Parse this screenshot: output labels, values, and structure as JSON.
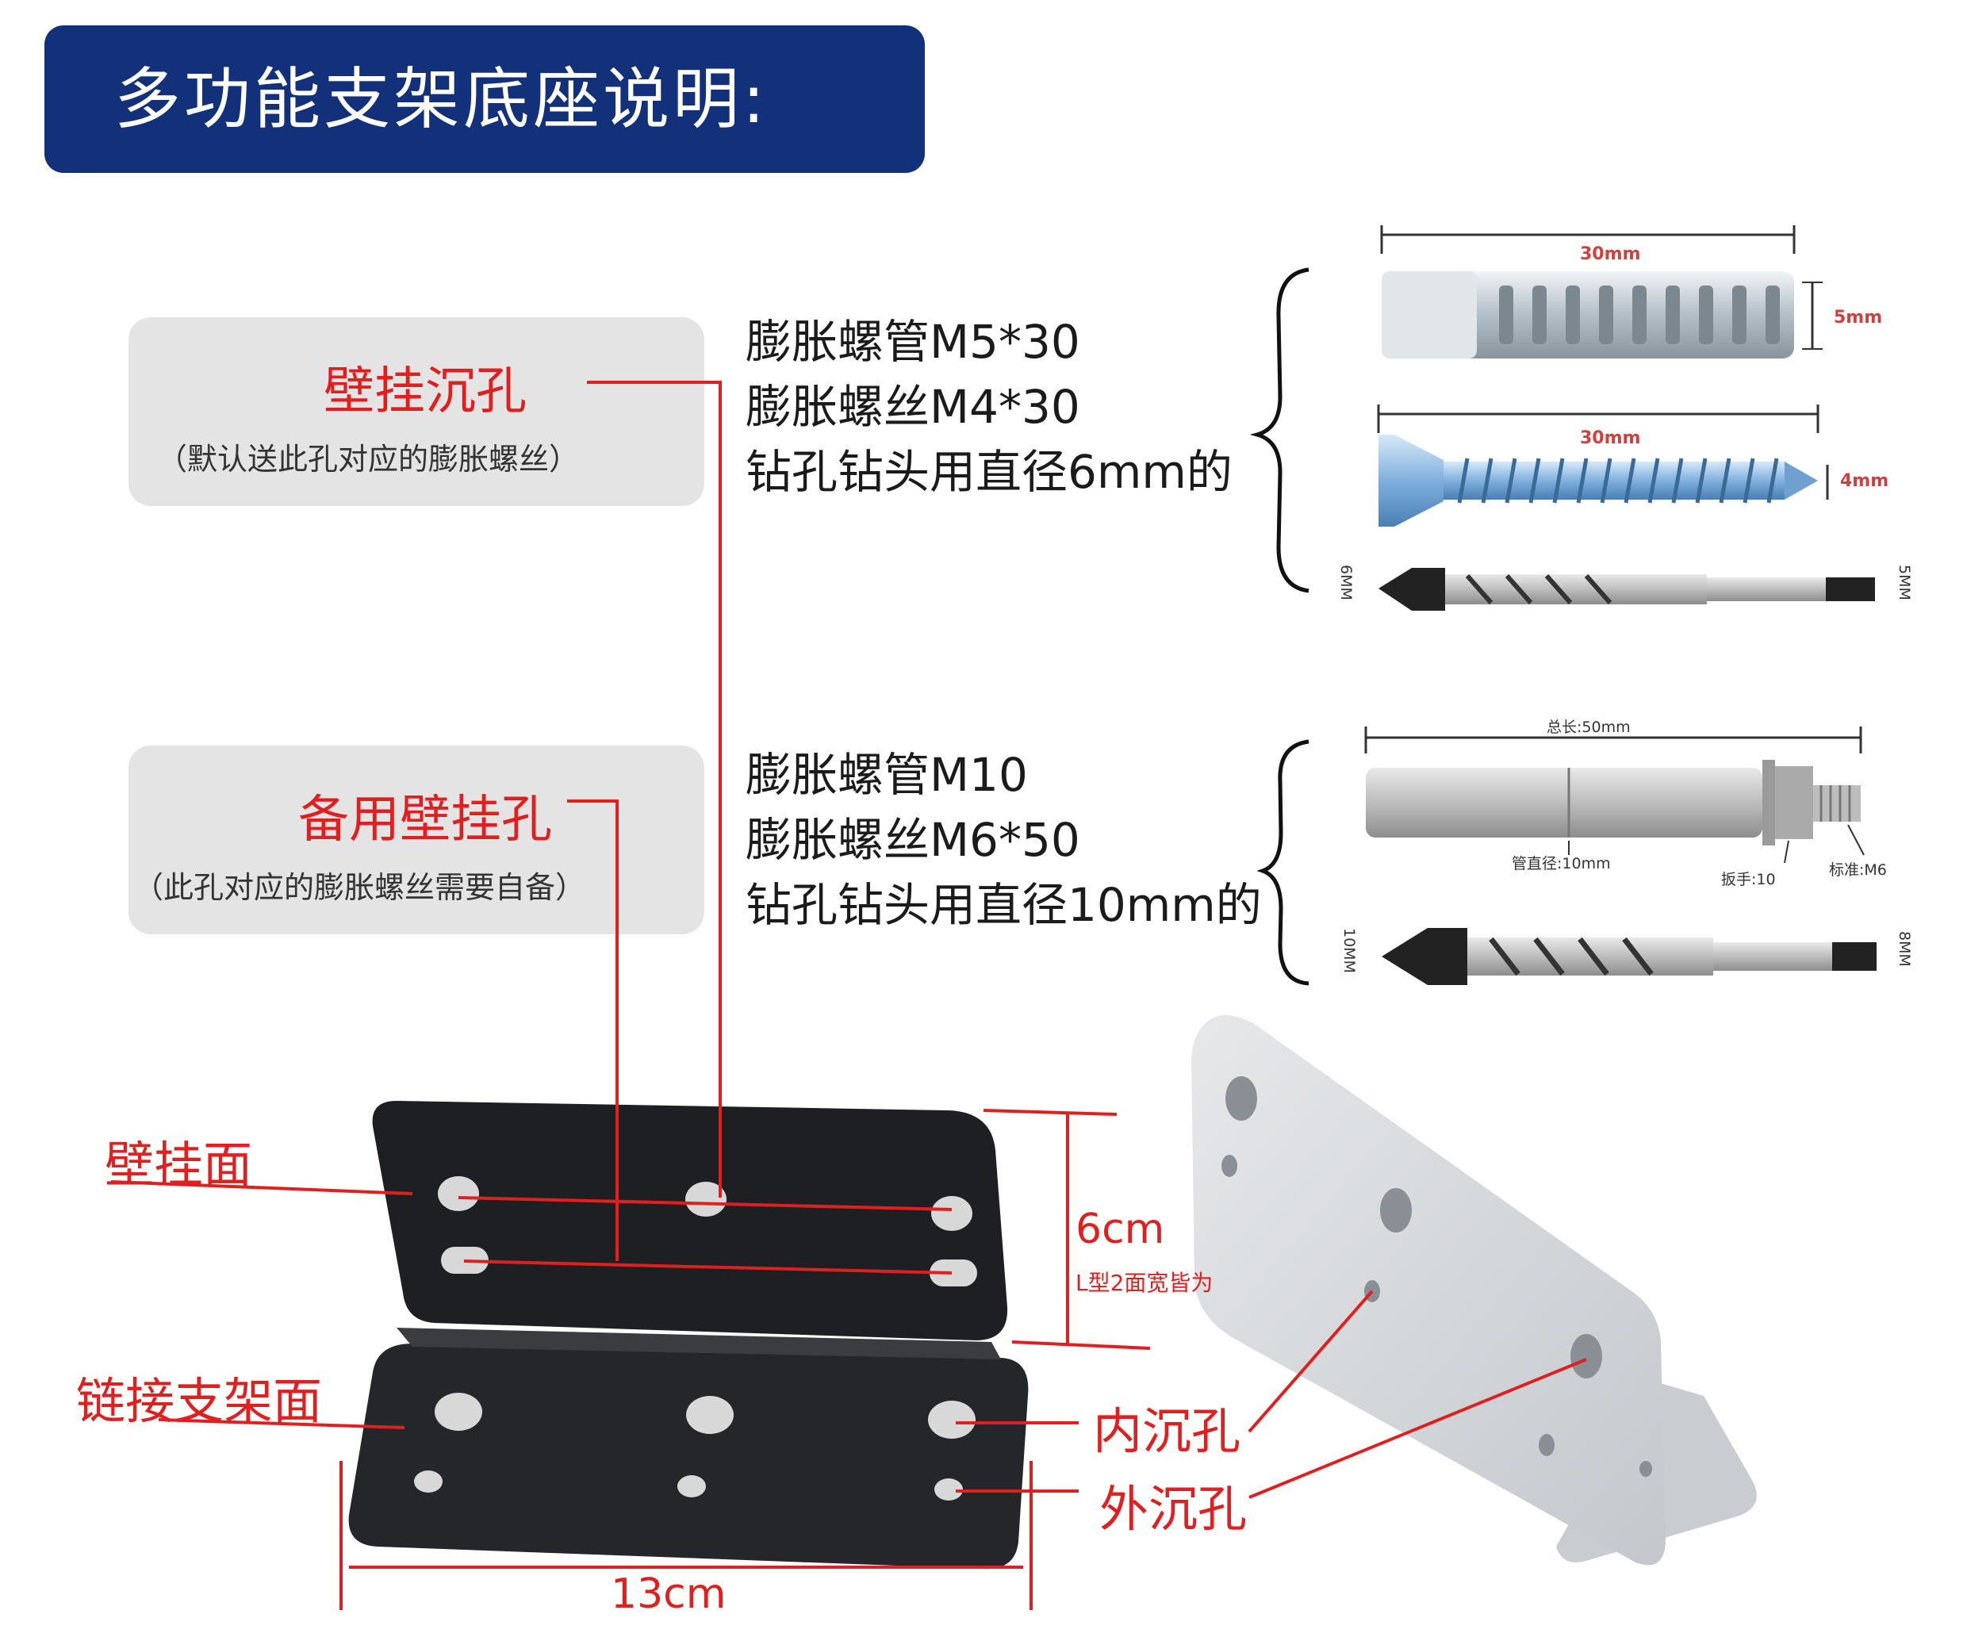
{
  "title": "多功能支架底座说明:",
  "callouts": {
    "wall_hole": {
      "label": "壁挂沉孔",
      "note": "（默认送此孔对应的膨胀螺丝）"
    },
    "spare_hole": {
      "label": "备用壁挂孔",
      "note": "（此孔对应的膨胀螺丝需要自备）"
    }
  },
  "spec_group_1": {
    "lines": [
      "膨胀螺管M5*30",
      "膨胀螺丝M4*30",
      "钻孔钻头用直径6mm的"
    ],
    "anchor_length": "30mm",
    "anchor_diameter": "5mm",
    "screw_length": "30mm",
    "screw_diameter": "4mm",
    "drill_tip": "6MM",
    "drill_shank": "5MM"
  },
  "spec_group_2": {
    "lines": [
      "膨胀螺管M10",
      "膨胀螺丝M6*50",
      "钻孔钻头用直径10mm的"
    ],
    "total_length": "总长:50mm",
    "tube_diameter": "管直径:10mm",
    "wrench": "扳手:10",
    "standard": "标准:M6",
    "drill_tip": "10MM",
    "drill_shank": "8MM"
  },
  "bracket": {
    "wall_face": "壁挂面",
    "link_face": "链接支架面",
    "width_value": "6cm",
    "width_note": "L型2面宽皆为",
    "length_value": "13cm",
    "inner_hole": "内沉孔",
    "outer_hole": "外沉孔"
  },
  "colors": {
    "title_bg": "#13307a",
    "accent_red": "#e02020",
    "box_grey": "#e4e4e4"
  }
}
